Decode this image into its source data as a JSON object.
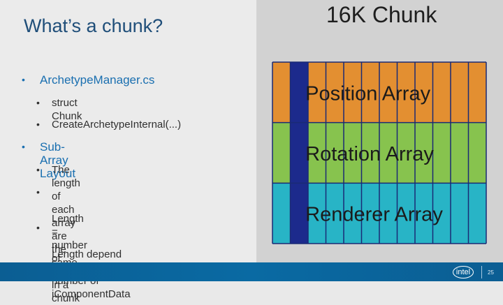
{
  "slide": {
    "title": "What’s a chunk?",
    "number": "25",
    "logo_text": "intel",
    "bullets": [
      {
        "level": 1,
        "text": "ArchetypeManager.cs"
      },
      {
        "level": 2,
        "text": "struct Chunk"
      },
      {
        "level": 2,
        "text": "CreateArchetypeInternal(...)"
      },
      {
        "level": 1,
        "text": "Sub-Array Layout"
      },
      {
        "level": 2,
        "text": "The length of each array are the same"
      },
      {
        "level": 2,
        "text": "Length = number of entities in a\nchunk"
      },
      {
        "level": 2,
        "text": "Length depend on the size and\nnumber of iComponentData"
      }
    ]
  },
  "diagram": {
    "title": "16K Chunk",
    "columns": 12,
    "rows": [
      {
        "label": "Position Array",
        "color": "#e38f31"
      },
      {
        "label": "Rotation Array",
        "color": "#87c34e"
      },
      {
        "label": "Renderer Array",
        "color": "#28b4c6"
      }
    ],
    "header_column_color": "#1c2a8c",
    "grid_line_color": "#1a2a75"
  },
  "colors": {
    "title": "#1f4e79",
    "bullet_level1": "#1a6fb0",
    "bullet_level2": "#303030",
    "footer": "#0b5e93"
  }
}
